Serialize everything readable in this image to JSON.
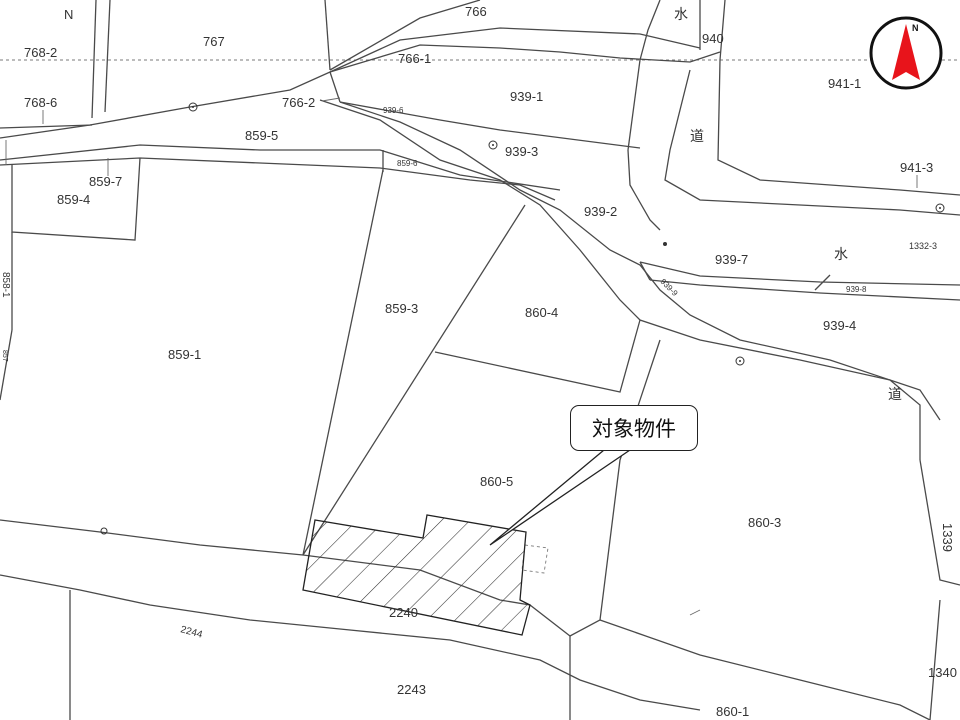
{
  "north_label": "N",
  "compass": {
    "label": "N",
    "needle_color": "#e8141b"
  },
  "callout": {
    "text": "対象物件"
  },
  "parcels": {
    "p767": "767",
    "p766": "766",
    "p766_1": "766-1",
    "p766_2": "766-2",
    "p768_2": "768-2",
    "p768_6": "768-6",
    "p939_1": "939-1",
    "p939_6": "939-6",
    "p939_3": "939-3",
    "p939_2": "939-2",
    "p939_7": "939-7",
    "p939_9": "939-9",
    "p939_8": "939-8",
    "p939_4": "939-4",
    "p940": "940",
    "p941_1": "941-1",
    "p941_3": "941-3",
    "p1332_3": "1332-3",
    "p859_5": "859-5",
    "p859_6": "859-6",
    "p859_7": "859-7",
    "p859_4": "859-4",
    "p858_1": "858-1",
    "p859_1": "859-1",
    "p859_3": "859-3",
    "p860_4": "860-4",
    "p860_5": "860-5",
    "p860_3": "860-3",
    "p860_1": "860-1",
    "p2240": "2240",
    "p2244": "2244",
    "p2243": "2243",
    "p1339": "1339",
    "p1340": "1340",
    "p857": "857"
  },
  "kanji": {
    "mizu1": "水",
    "mizu2": "水",
    "michi1": "道",
    "michi2": "道"
  }
}
